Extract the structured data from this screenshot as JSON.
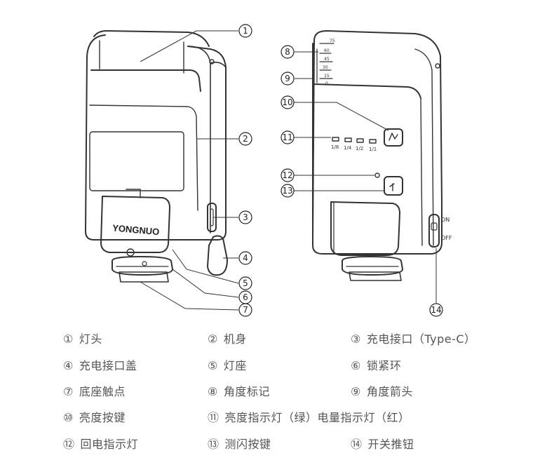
{
  "callouts": [
    {
      "num": "1",
      "label": "灯头"
    },
    {
      "num": "2",
      "label": "机身"
    },
    {
      "num": "3",
      "label": "充电接口（Type-C）"
    },
    {
      "num": "4",
      "label": "充电接口盖"
    },
    {
      "num": "5",
      "label": "灯座"
    },
    {
      "num": "6",
      "label": "锁紧环"
    },
    {
      "num": "7",
      "label": "底座触点"
    },
    {
      "num": "8",
      "label": "角度标记"
    },
    {
      "num": "9",
      "label": "角度箭头"
    },
    {
      "num": "10",
      "label": "亮度按键"
    },
    {
      "num": "11",
      "label": "亮度指示灯（绿）电量指示灯（红）"
    },
    {
      "num": "12",
      "label": "回电指示灯"
    },
    {
      "num": "13",
      "label": "测闪按键"
    },
    {
      "num": "14",
      "label": "开关推钮"
    }
  ],
  "legend_numbers": [
    "①",
    "②",
    "③",
    "④",
    "⑤",
    "⑥",
    "⑦",
    "⑧",
    "⑨",
    "⑩",
    "⑪",
    "⑫",
    "⑬",
    "⑭"
  ],
  "brand_logo": "YONGNUO",
  "angle_marks": [
    "75",
    "60",
    "45",
    "30",
    "15",
    "0"
  ],
  "level_labels": [
    "1/8",
    "1/4",
    "1/2",
    "1/1"
  ],
  "switch_labels": {
    "on": "ON",
    "off": "OFF"
  }
}
